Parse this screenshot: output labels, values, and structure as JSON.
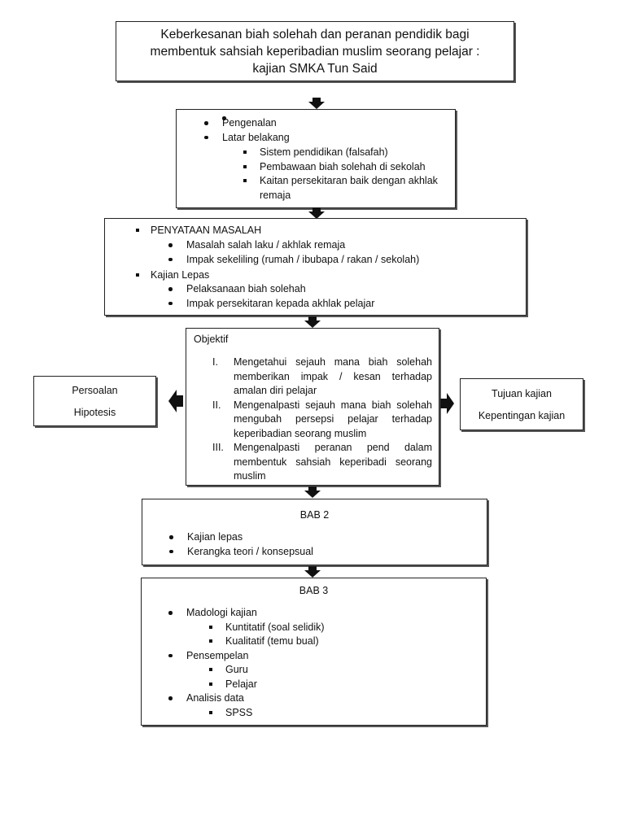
{
  "title": {
    "lines": [
      "Keberkesanan biah solehah dan peranan pendidik bagi",
      "membentuk sahsiah keperibadian muslim seorang pelajar :",
      "kajian SMKA Tun Said"
    ]
  },
  "box1": {
    "items": [
      "Pengenalan",
      "Latar belakang"
    ],
    "subitems": [
      "Sistem pendidikan (falsafah)",
      "Pembawaan biah solehah di sekolah",
      "Kaitan persekitaran baik dengan akhlak",
      "remaja"
    ]
  },
  "box2": {
    "heading1": "PENYATAAN MASALAH",
    "sub1": [
      "Masalah salah laku / akhlak remaja",
      "Impak sekeliling (rumah / ibubapa / rakan / sekolah)"
    ],
    "heading2": "Kajian Lepas",
    "sub2": [
      "Pelaksanaan biah solehah",
      "Impak persekitaran kepada akhlak pelajar"
    ]
  },
  "objektif": {
    "title": "Objektif",
    "items": [
      {
        "num": "I.",
        "lines": [
          "Mengetahui sejauh mana biah solehah",
          "memberikan impak / kesan terhadap",
          "amalan diri pelajar"
        ]
      },
      {
        "num": "II.",
        "lines": [
          "Mengenalpasti sejauh mana biah solehah",
          "mengubah persepsi pelajar terhadap",
          "keperibadian seorang muslim"
        ]
      },
      {
        "num": "III.",
        "lines": [
          "Mengenalpasti peranan pend dalam",
          "membentuk sahsiah keperibadi seorang",
          "muslim"
        ]
      }
    ]
  },
  "left_box": {
    "line1": "Persoalan",
    "line2": "Hipotesis"
  },
  "right_box": {
    "line1": "Tujuan kajian",
    "line2": "Kepentingan kajian"
  },
  "bab2": {
    "title": "BAB 2",
    "items": [
      "Kajian lepas",
      "Kerangka teori / konsepsual"
    ]
  },
  "bab3": {
    "title": "BAB 3",
    "items": [
      "Madologi kajian",
      "Pensempelan",
      "Analisis data"
    ],
    "sub_madologi": [
      "Kuntitatif (soal selidik)",
      "Kualitatif (temu bual)"
    ],
    "sub_pensempelan": [
      "Guru",
      "Pelajar"
    ],
    "sub_analisis": [
      "SPSS"
    ]
  },
  "colors": {
    "border": "#222222",
    "arrow": "#111111"
  }
}
